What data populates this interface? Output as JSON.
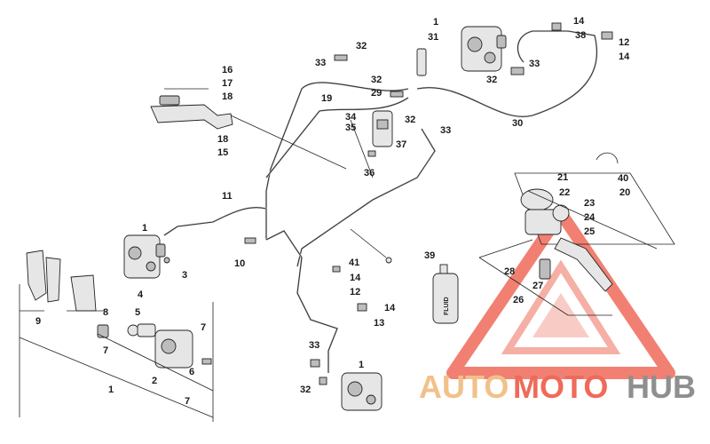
{
  "diagram": {
    "callouts": [
      "1",
      "2",
      "3",
      "4",
      "5",
      "6",
      "7",
      "8",
      "9",
      "10",
      "11",
      "12",
      "13",
      "14",
      "15",
      "16",
      "17",
      "18",
      "19",
      "20",
      "21",
      "22",
      "23",
      "24",
      "25",
      "26",
      "27",
      "28",
      "29",
      "30",
      "31",
      "32",
      "33",
      "34",
      "35",
      "36",
      "37",
      "38",
      "39",
      "40",
      "41"
    ],
    "bottle_label": "FLUID"
  },
  "watermark": {
    "part1": "AUTO",
    "part2": "MOTO",
    "part3": "HUB",
    "colors": {
      "auto": "#f2c189",
      "moto": "#ef6a5a",
      "hub": "#8f8f8f",
      "triangle": "#ef6a5a"
    }
  }
}
